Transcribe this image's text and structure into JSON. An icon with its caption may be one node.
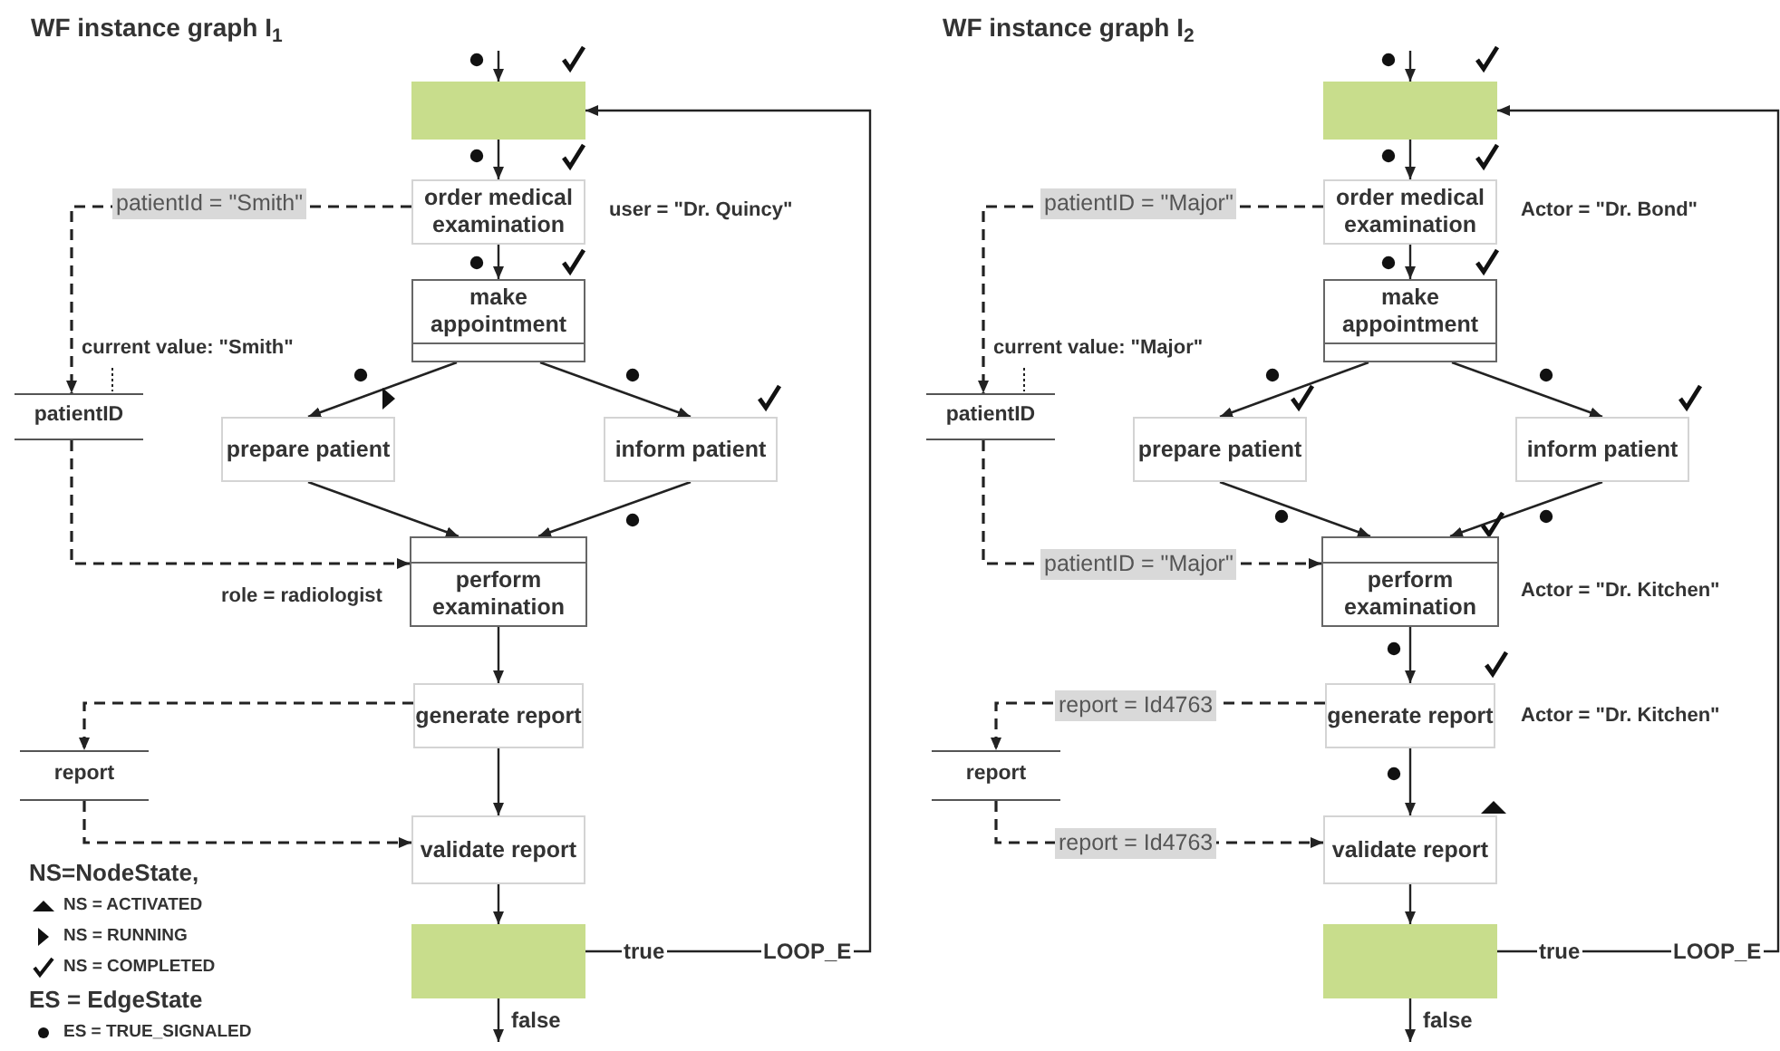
{
  "diagram": {
    "nodes": [
      {
        "text": [],
        "shape": "box"
      },
      {
        "text": [
          "order medical examination"
        ],
        "beside": [
          "user = \"Dr. Quincy\""
        ]
      },
      {
        "text": [
          "make appointment"
        ]
      },
      {
        "text": [
          "prepare patient"
        ]
      },
      {
        "text": [
          "inform patient"
        ]
      },
      {
        "text": [
          "perform examination"
        ],
        "beside": [
          "role = radiologist"
        ]
      },
      {
        "text": [
          "generate report"
        ]
      },
      {
        "text": [
          "validate report"
        ]
      },
      {
        "text": [],
        "shape": "box"
      },
      {
        "text": [
          "patientID"
        ],
        "beside": [
          "current value: \"Smith\""
        ]
      },
      {
        "text": [
          "report"
        ]
      },
      {
        "text": [],
        "shape": "box"
      },
      {
        "text": [
          "order medical examination"
        ],
        "beside": [
          "Actor = \"Dr. Bond\""
        ]
      },
      {
        "text": [
          "make appointment"
        ]
      },
      {
        "text": [
          "prepare patient"
        ]
      },
      {
        "text": [
          "inform patient"
        ]
      },
      {
        "text": [
          "perform examination"
        ],
        "beside": [
          "Actor = \"Dr. Kitchen\""
        ]
      },
      {
        "text": [
          "generate report"
        ],
        "beside": [
          "Actor = \"Dr. Kitchen\""
        ]
      },
      {
        "text": [
          "validate report"
        ]
      },
      {
        "text": [],
        "shape": "box"
      },
      {
        "text": [
          "patientID"
        ],
        "beside": [
          "current value: \"Major\""
        ]
      },
      {
        "text": [
          "report"
        ]
      }
    ],
    "edges": [
      {
        "from": null,
        "to": 0,
        "arrow": "to"
      },
      {
        "from": 0,
        "to": 1,
        "arrow": "to"
      },
      {
        "from": 1,
        "to": 2,
        "arrow": "to"
      },
      {
        "from": 2,
        "to": 3,
        "arrow": "to"
      },
      {
        "from": 2,
        "to": 4,
        "arrow": "to"
      },
      {
        "from": 3,
        "to": 5,
        "arrow": "to"
      },
      {
        "from": 4,
        "to": 5,
        "arrow": "to"
      },
      {
        "from": 5,
        "to": 6,
        "arrow": "to"
      },
      {
        "from": 6,
        "to": 7,
        "arrow": "to"
      },
      {
        "from": 7,
        "to": 8,
        "arrow": "to"
      },
      {
        "from": 8,
        "to": null,
        "arrow": "to",
        "label": "false"
      },
      {
        "from": 8,
        "to": 0,
        "arrow": "to",
        "label": "true"
      },
      {
        "from": 1,
        "to": 9,
        "arrow": "to",
        "style": "dashed",
        "label": "patientId = \"Smith\""
      },
      {
        "from": 9,
        "to": 5,
        "arrow": "to",
        "style": "dashed"
      },
      {
        "from": 6,
        "to": 10,
        "arrow": "to",
        "style": "dashed"
      },
      {
        "from": 10,
        "to": 7,
        "arrow": "to",
        "style": "dashed"
      },
      {
        "from": null,
        "to": 11,
        "arrow": "to"
      },
      {
        "from": 11,
        "to": 12,
        "arrow": "to"
      },
      {
        "from": 12,
        "to": 13,
        "arrow": "to"
      },
      {
        "from": 13,
        "to": 14,
        "arrow": "to"
      },
      {
        "from": 13,
        "to": 15,
        "arrow": "to"
      },
      {
        "from": 14,
        "to": 16,
        "arrow": "to"
      },
      {
        "from": 15,
        "to": 16,
        "arrow": "to"
      },
      {
        "from": 16,
        "to": 17,
        "arrow": "to"
      },
      {
        "from": 17,
        "to": 18,
        "arrow": "to"
      },
      {
        "from": 18,
        "to": 19,
        "arrow": "to"
      },
      {
        "from": 19,
        "to": null,
        "arrow": "to",
        "label": "false"
      },
      {
        "from": 19,
        "to": 11,
        "arrow": "to",
        "label": "true"
      },
      {
        "from": 12,
        "to": 20,
        "arrow": "to",
        "style": "dashed",
        "label": "patientID = \"Major\""
      },
      {
        "from": 20,
        "to": 16,
        "arrow": "to",
        "style": "dashed",
        "label": "patientID = \"Major\""
      },
      {
        "from": 17,
        "to": 21,
        "arrow": "to",
        "style": "dashed",
        "label": "report = Id4763"
      },
      {
        "from": 21,
        "to": 18,
        "arrow": "to",
        "style": "dashed",
        "label": "report = Id4763"
      }
    ],
    "labels": [
      "WF instance graph I$_{1}$",
      "WF instance graph I$_{2}$",
      "LOOP_E",
      "LOOP_E"
    ],
    "legend": [
      {
        "text": "NS=NodeState,"
      },
      {
        "text": "NS = ACTIVATED"
      },
      {
        "text": "NS = RUNNING"
      },
      {
        "text": "NS = COMPLETED"
      },
      {
        "text": "ES = EdgeState"
      },
      {
        "text": "ES = TRUE_SIGNALED"
      }
    ]
  }
}
